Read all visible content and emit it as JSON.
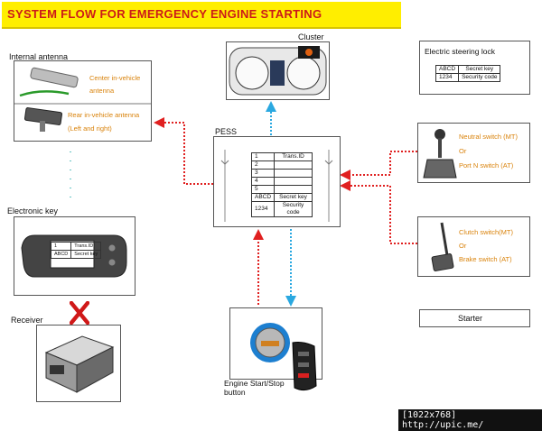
{
  "title": "SYSTEM FLOW FOR EMERGENCY ENGINE STARTING",
  "internal_antenna": {
    "heading": "Internal antenna",
    "center_label_1": "Center in-vehicle",
    "center_label_2": "antenna",
    "rear_label_1": "Rear in-vehicle antenna",
    "rear_label_2": "(Left and right)"
  },
  "electronic_key": {
    "heading": "Electronic key",
    "rows": [
      [
        "1",
        "Trans.ID"
      ],
      [
        "ABCD",
        "Secret key"
      ]
    ]
  },
  "receiver": {
    "heading": "Receiver"
  },
  "cluster": {
    "heading": "Cluster"
  },
  "pess": {
    "heading": "PESS",
    "rows": [
      [
        "1",
        "Trans.ID"
      ],
      [
        "2",
        ""
      ],
      [
        "3",
        ""
      ],
      [
        "4",
        ""
      ],
      [
        "5",
        ""
      ],
      [
        "ABCD",
        "Secret key"
      ],
      [
        "1234",
        "Security code"
      ]
    ]
  },
  "steering_lock": {
    "heading": "Electric steering lock",
    "rows": [
      [
        "ABCD",
        "Secret key"
      ],
      [
        "1234",
        "Security code"
      ]
    ]
  },
  "neutral_switch": {
    "line1": "Neutral switch (MT)",
    "line2": "Or",
    "line3": "Port N switch (AT)"
  },
  "clutch_switch": {
    "line1": "Clutch switch(MT)",
    "line2": "Or",
    "line3": "Brake switch (AT)"
  },
  "starter": {
    "label": "Starter"
  },
  "start_button": {
    "label_1": "Engine Start/Stop",
    "label_2": "button"
  },
  "watermark": "[1022x768] http://upic.me/",
  "colors": {
    "banner": "#ffee00",
    "title_text": "#cc1a1a",
    "red_arrow": "#e02020",
    "blue_arrow": "#2aa8e0",
    "orange_text": "#d9820a"
  }
}
